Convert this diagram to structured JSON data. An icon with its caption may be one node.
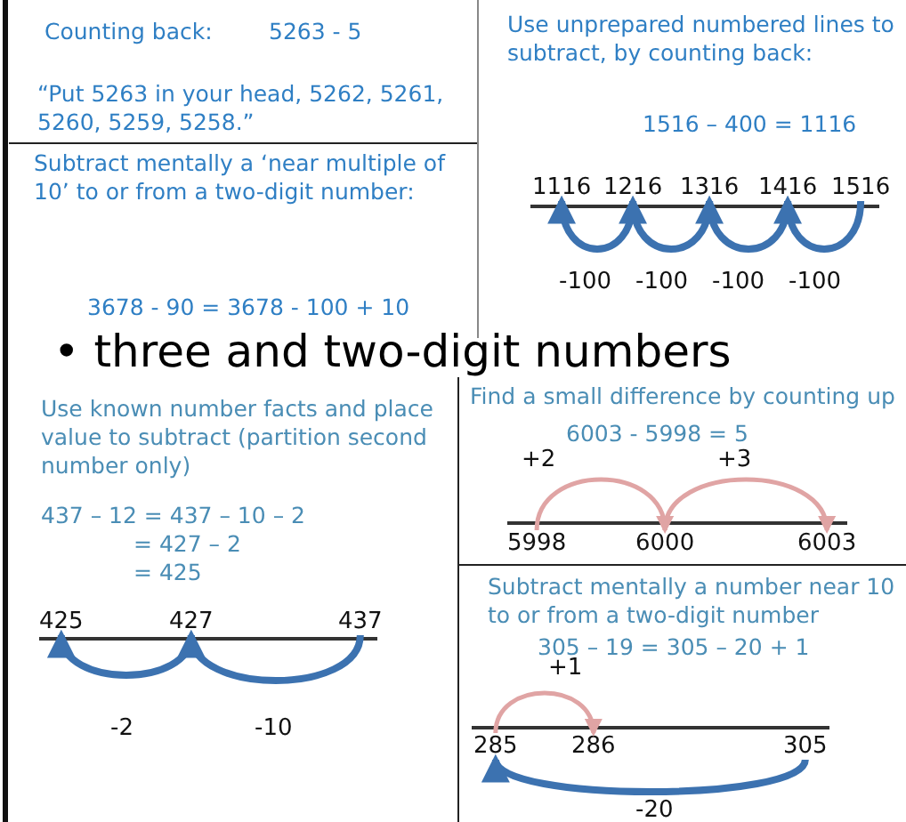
{
  "diagram": {
    "nodes": [
      {
        "text": [
          "Counting back:",
          "5263 - 5",
          "“Put 5263 in your head, 5262, 5261, 5260, 5259, 5258.”"
        ]
      },
      {
        "text": [
          "Subtract mentally a ‘near multiple of 10’ to or from a two-digit number:",
          "3678 - 90 = 3678 - 100 + 10"
        ]
      },
      {
        "text": [
          "Use unprepared numbered lines to subtract, by counting back:",
          "1516 – 400 = 1116"
        ]
      },
      {
        "text": [
          "1116"
        ],
        "in": 2
      },
      {
        "text": [
          "1216"
        ],
        "in": 2
      },
      {
        "text": [
          "1316"
        ],
        "in": 2
      },
      {
        "text": [
          "1416"
        ],
        "in": 2
      },
      {
        "text": [
          "1516"
        ],
        "in": 2
      },
      {
        "text": [
          "Use known number facts and place value to subtract (partition second number only)",
          "437 – 12 = 437 – 10 – 2",
          "= 427 – 2",
          "= 425"
        ]
      },
      {
        "text": [
          "425"
        ],
        "in": 8
      },
      {
        "text": [
          "427"
        ],
        "in": 8
      },
      {
        "text": [
          "437"
        ],
        "in": 8
      },
      {
        "text": [
          "Find a small difference by counting up",
          "6003 - 5998 = 5"
        ]
      },
      {
        "text": [
          "5998"
        ],
        "in": 12
      },
      {
        "text": [
          "6000"
        ],
        "in": 12
      },
      {
        "text": [
          "6003"
        ],
        "in": 12
      },
      {
        "text": [
          "Subtract mentally a number near 10 to or from a two-digit number",
          "305 – 19 = 305 – 20 + 1"
        ]
      },
      {
        "text": [
          "285"
        ],
        "in": 16
      },
      {
        "text": [
          "286"
        ],
        "in": 16
      },
      {
        "text": [
          "305"
        ],
        "in": 16
      }
    ],
    "edges": [
      {
        "from": 4,
        "to": 3,
        "arrow": "to",
        "label": "-100"
      },
      {
        "from": 5,
        "to": 4,
        "arrow": "to",
        "label": "-100"
      },
      {
        "from": 6,
        "to": 5,
        "arrow": "to",
        "label": "-100"
      },
      {
        "from": 7,
        "to": 6,
        "arrow": "to",
        "label": "-100"
      },
      {
        "from": 10,
        "to": 9,
        "arrow": "to",
        "label": "-2"
      },
      {
        "from": 11,
        "to": 10,
        "arrow": "to",
        "label": "-10"
      },
      {
        "from": 13,
        "to": 14,
        "arrow": "to",
        "label": "+2",
        "color": "#e0a4a4"
      },
      {
        "from": 14,
        "to": 15,
        "arrow": "to",
        "label": "+3",
        "color": "#e0a4a4"
      },
      {
        "from": 17,
        "to": 18,
        "arrow": "to",
        "label": "+1",
        "color": "#e0a4a4"
      },
      {
        "from": 19,
        "to": 17,
        "arrow": "to",
        "label": "-20"
      }
    ],
    "labels": [
      "• three and two-digit numbers"
    ]
  }
}
